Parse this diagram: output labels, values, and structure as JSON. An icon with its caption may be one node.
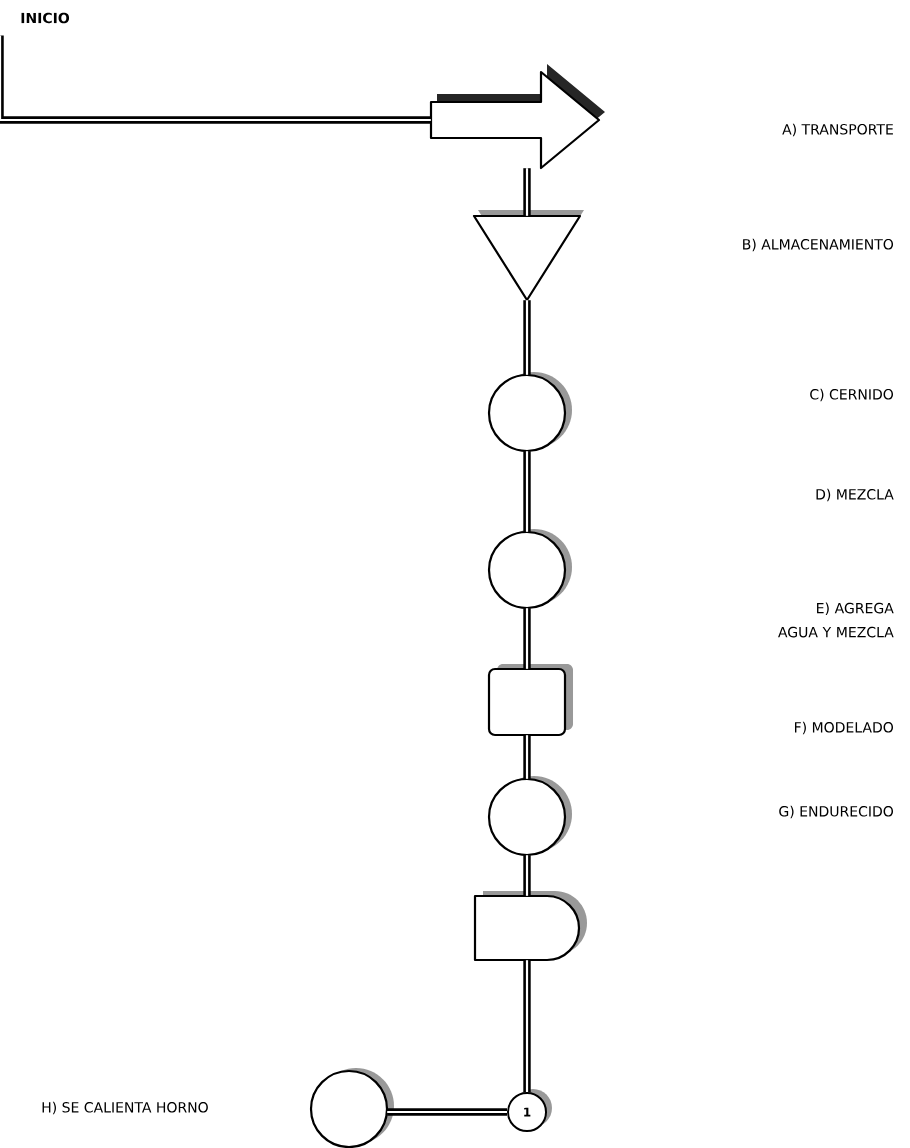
{
  "diagram": {
    "nodes": [
      {
        "text": [
          "INICIO"
        ]
      },
      {
        "text": [],
        "shape": "arrow"
      },
      {
        "text": [],
        "shape": "triangle"
      },
      {
        "text": [],
        "shape": "circle"
      },
      {
        "text": [],
        "shape": "circle"
      },
      {
        "text": [],
        "shape": "box"
      },
      {
        "text": [],
        "shape": "circle"
      },
      {
        "text": [],
        "shape": "semicircle"
      },
      {
        "text": [
          "1"
        ]
      },
      {
        "text": [],
        "shape": "circle"
      }
    ],
    "edges": [
      {
        "from": 0,
        "to": 1,
        "arrow": "none"
      },
      {
        "from": 1,
        "to": 2,
        "arrow": "none"
      },
      {
        "from": 2,
        "to": 3,
        "arrow": "none"
      },
      {
        "from": 3,
        "to": 4,
        "arrow": "none"
      },
      {
        "from": 4,
        "to": 5,
        "arrow": "none"
      },
      {
        "from": 5,
        "to": 6,
        "arrow": "none"
      },
      {
        "from": 6,
        "to": 7,
        "arrow": "none"
      },
      {
        "from": 7,
        "to": 8,
        "arrow": "none"
      },
      {
        "from": 9,
        "to": 8,
        "arrow": "none"
      }
    ],
    "labels": [
      "A) TRANSPORTE",
      "B) ALMACENAMIENTO",
      "C) CERNIDO",
      "D) MEZCLA",
      "E) AGREGA AGUA Y MEZCLA",
      "F) MODELADO",
      "G) ENDURECIDO",
      "H) SE CALIENTA HORNO"
    ]
  }
}
